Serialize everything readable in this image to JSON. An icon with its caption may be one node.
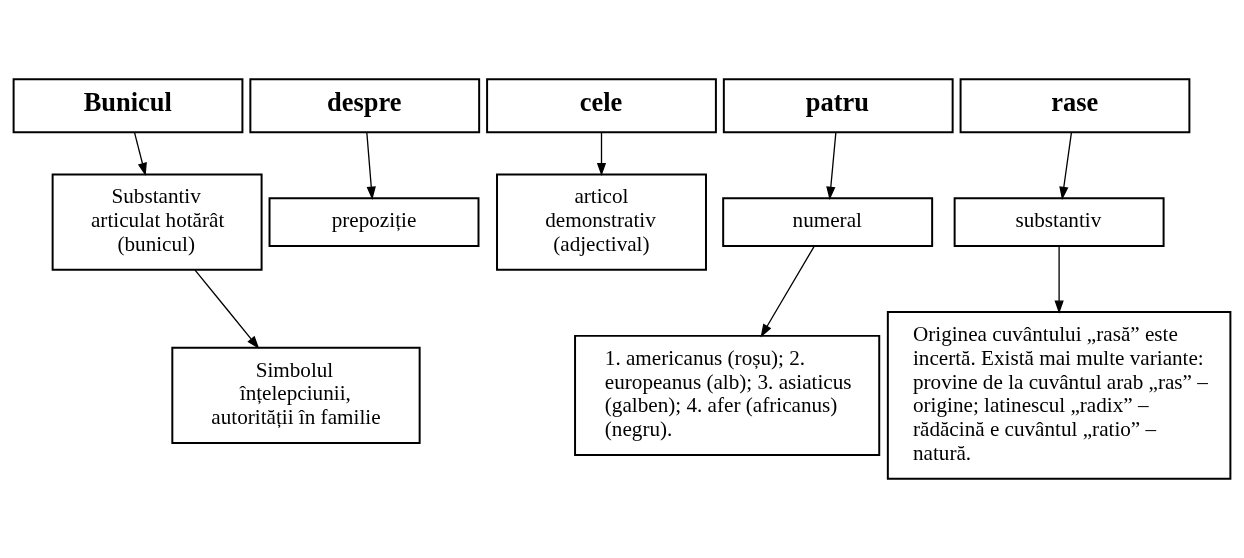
{
  "diagram": {
    "nodes": [
      {
        "text": [
          "Bunicul"
        ]
      },
      {
        "text": [
          "despre"
        ]
      },
      {
        "text": [
          "cele"
        ]
      },
      {
        "text": [
          "patru"
        ]
      },
      {
        "text": [
          "rase"
        ]
      },
      {
        "text": [
          "Substantiv articulat hotărât (bunicul)"
        ]
      },
      {
        "text": [
          "prepoziție"
        ]
      },
      {
        "text": [
          "articol demonstrativ (adjectival)"
        ]
      },
      {
        "text": [
          "numeral"
        ]
      },
      {
        "text": [
          "substantiv"
        ]
      },
      {
        "text": [
          "Simbolul înțelepciunii, autorității în familie"
        ]
      },
      {
        "text": [
          "1. americanus (roșu); 2. europeanus (alb); 3. asiaticus (galben); 4. afer (africanus) (negru)."
        ]
      },
      {
        "text": [
          "Originea cuvântului „rasă” este incertă. Există mai multe variante: provine de la cuvântul arab „ras” – origine; latinescul „radix” – rădăcină e cuvântul „ratio” – natură."
        ]
      }
    ],
    "edges": [
      {
        "from": 0,
        "to": 5,
        "arrow": "to"
      },
      {
        "from": 1,
        "to": 6,
        "arrow": "to"
      },
      {
        "from": 2,
        "to": 7,
        "arrow": "to"
      },
      {
        "from": 3,
        "to": 8,
        "arrow": "to"
      },
      {
        "from": 4,
        "to": 9,
        "arrow": "to"
      },
      {
        "from": 5,
        "to": 10,
        "arrow": "to"
      },
      {
        "from": 8,
        "to": 11,
        "arrow": "to"
      },
      {
        "from": 9,
        "to": 12,
        "arrow": "to"
      }
    ]
  }
}
